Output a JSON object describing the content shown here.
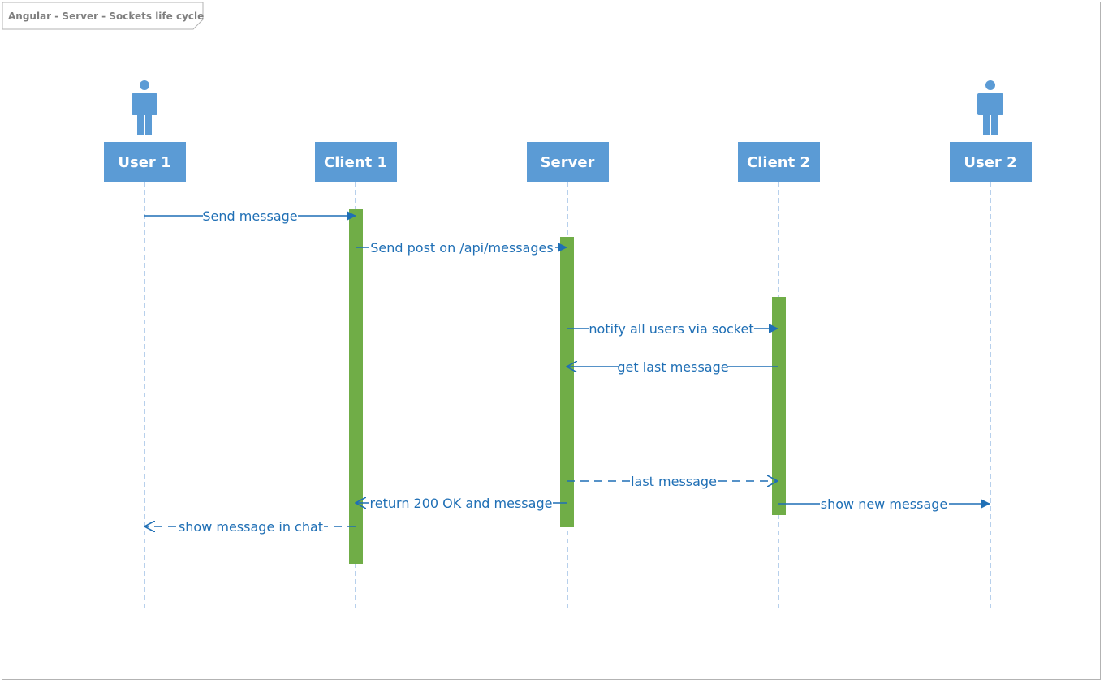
{
  "frame": {
    "title": "Angular - Server - Sockets life cycle"
  },
  "colors": {
    "box": "#5b9bd5",
    "activation": "#70ad47",
    "line": "#1f6fb5",
    "lifeline": "#6fa0d8",
    "frame_border": "#b3b3b3",
    "title_text": "#7f7f7f"
  },
  "lifelines": [
    {
      "id": "user1",
      "label": "User 1",
      "actor": true
    },
    {
      "id": "client1",
      "label": "Client 1",
      "actor": false
    },
    {
      "id": "server",
      "label": "Server",
      "actor": false
    },
    {
      "id": "client2",
      "label": "Client 2",
      "actor": false
    },
    {
      "id": "user2",
      "label": "User 2",
      "actor": true
    }
  ],
  "messages": [
    {
      "label": "Send message",
      "from": "user1",
      "to": "client1",
      "style": "sync"
    },
    {
      "label": "Send post on /api/messages",
      "from": "client1",
      "to": "server",
      "style": "sync"
    },
    {
      "label": "notify all users via socket",
      "from": "server",
      "to": "client2",
      "style": "sync"
    },
    {
      "label": "get last message",
      "from": "client2",
      "to": "server",
      "style": "open"
    },
    {
      "label": "last message",
      "from": "server",
      "to": "client2",
      "style": "return"
    },
    {
      "label": "return 200 OK and message",
      "from": "server",
      "to": "client1",
      "style": "open"
    },
    {
      "label": "show new message",
      "from": "client2",
      "to": "user2",
      "style": "sync"
    },
    {
      "label": "show message in chat",
      "from": "client1",
      "to": "user1",
      "style": "return"
    }
  ]
}
